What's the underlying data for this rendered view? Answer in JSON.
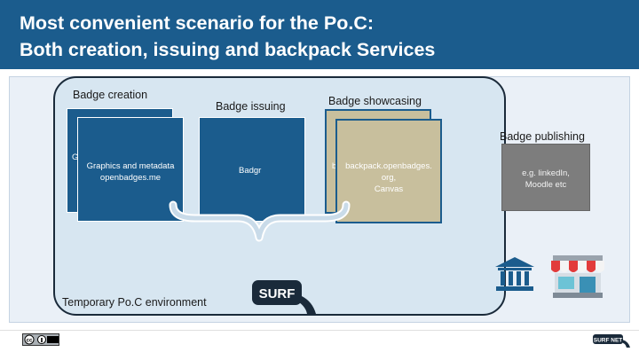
{
  "slide": {
    "title_line1": "Most convenient scenario for the Po.C:",
    "title_line2": "Both creation, issuing and backpack Services",
    "env_label": "Temporary Po.C environment",
    "creation": {
      "heading": "Badge creation",
      "back_text": "G",
      "front_text_line1": "Graphics and metadata",
      "front_text_line2": "openbadges.me"
    },
    "issuing": {
      "heading": "Badge issuing",
      "text": "Badgr"
    },
    "showcasing": {
      "heading": "Badge showcasing",
      "back_text": "b",
      "text_line1": "backpack.openbadges.",
      "text_line2": "org,",
      "text_line3": "Canvas"
    },
    "publishing": {
      "heading": "Badge publishing",
      "text_line1": "e.g. linkedIn,",
      "text_line2": "Moodle etc"
    },
    "logo_text": "SURF",
    "footer_logo_text": "SURF NET",
    "license_text": "cc"
  },
  "colors": {
    "title_bg": "#1b5c8d",
    "box_blue": "#1b5c8d",
    "box_tan": "#c8bf9d",
    "box_gray": "#7d7d7d",
    "panel": "#d7e6f1"
  },
  "icons": [
    "curly-brace-icon",
    "institution-building-icon",
    "storefront-icon",
    "creative-commons-icon",
    "surf-logo-icon",
    "surfnet-logo-icon"
  ]
}
